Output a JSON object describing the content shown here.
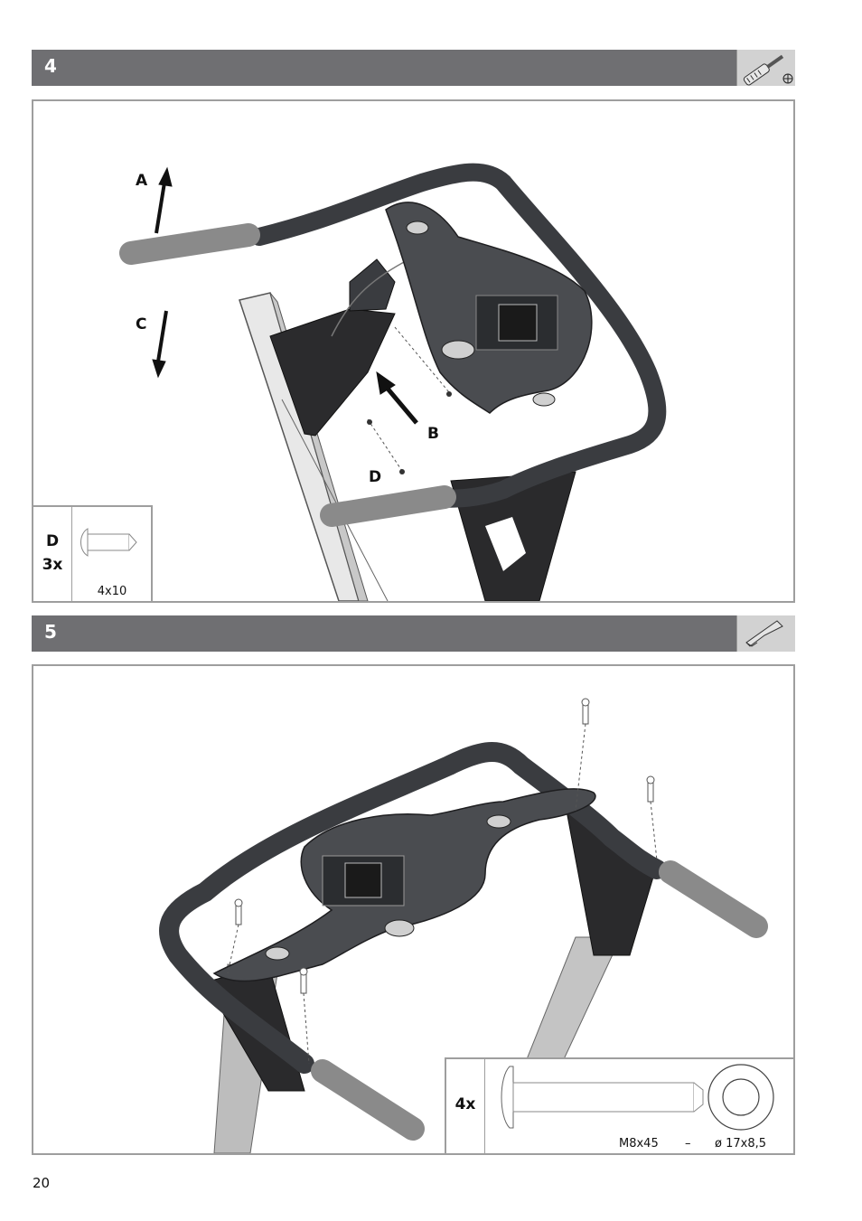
{
  "step4": {
    "number": "4",
    "tool_icon": "screwdriver-icon",
    "callouts": {
      "a": "A",
      "b": "B",
      "c": "C",
      "d": "D"
    },
    "legend": {
      "part_label": "D",
      "quantity": "3x",
      "size": "4x10"
    }
  },
  "step5": {
    "number": "5",
    "tool_icon": "allen-key-icon",
    "legend": {
      "quantity": "4x",
      "bolt_size": "M8x45",
      "separator": "–",
      "washer_size": "ø 17x8,5"
    }
  },
  "page_number": "20",
  "colors": {
    "header_bar": "#6f6f72",
    "panel_border": "#9e9e9e",
    "frame_dark": "#3a3c40",
    "grip_gray": "#8a8a8a"
  }
}
